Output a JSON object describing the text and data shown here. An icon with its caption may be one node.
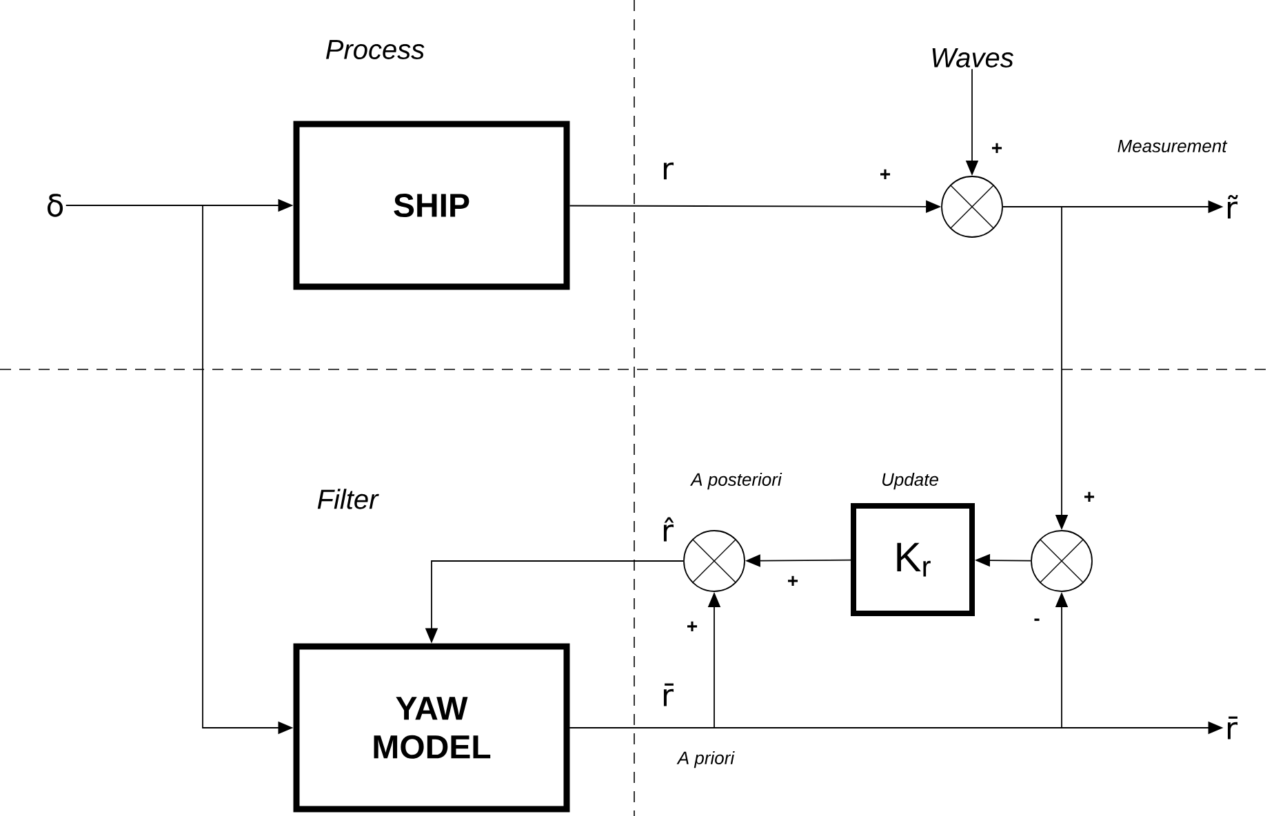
{
  "diagram": {
    "nodes": [
      {
        "text": [
          "δ"
        ]
      },
      {
        "text": [
          "SHIP"
        ]
      },
      {
        "text": [
          "Waves"
        ]
      },
      {
        "text": [],
        "shape": "circle"
      },
      {
        "text": [
          "r̃"
        ]
      },
      {
        "text": [],
        "shape": "circle"
      },
      {
        "text": [
          "K$_{r}$"
        ]
      },
      {
        "text": [],
        "shape": "circle"
      },
      {
        "text": [
          "YAW MODEL"
        ]
      },
      {
        "text": [
          "r̄"
        ]
      }
    ],
    "edges": [
      {
        "from": 0,
        "to": 1,
        "arrow": "to"
      },
      {
        "from": 0,
        "to": 8,
        "arrow": "to"
      },
      {
        "from": 1,
        "to": 3,
        "arrow": "to"
      },
      {
        "from": 2,
        "to": 3,
        "arrow": "to"
      },
      {
        "from": 3,
        "to": 4,
        "arrow": "to"
      },
      {
        "from": 3,
        "to": 7,
        "arrow": "to"
      },
      {
        "from": 7,
        "to": 6,
        "arrow": "to"
      },
      {
        "from": 6,
        "to": 5,
        "arrow": "to"
      },
      {
        "from": 5,
        "to": 8,
        "arrow": "to"
      },
      {
        "from": 8,
        "to": 5,
        "arrow": "to"
      },
      {
        "from": 8,
        "to": 7,
        "arrow": "to"
      },
      {
        "from": 8,
        "to": 9,
        "arrow": "to"
      }
    ],
    "labels": [
      "Process",
      "+",
      "Measurement",
      "r",
      "+",
      "Filter",
      "A posteriori",
      "Update",
      "+",
      "r̂",
      "+",
      "-",
      "+",
      "r̄",
      "A priori"
    ]
  }
}
